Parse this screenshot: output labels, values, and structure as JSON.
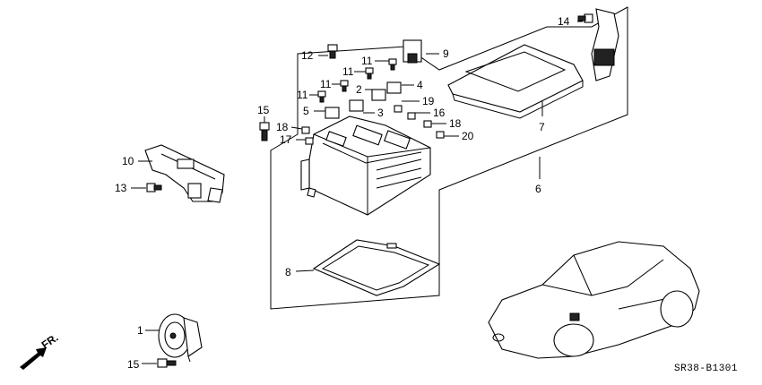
{
  "diagram": {
    "callouts": [
      "1",
      "2",
      "3",
      "4",
      "5",
      "6",
      "7",
      "8",
      "9",
      "10",
      "11",
      "11",
      "11",
      "11",
      "12",
      "13",
      "14",
      "15",
      "15",
      "16",
      "17",
      "18",
      "18",
      "19",
      "20"
    ],
    "front_indicator": "FR.",
    "drawing_code": "SR38-B1301"
  }
}
